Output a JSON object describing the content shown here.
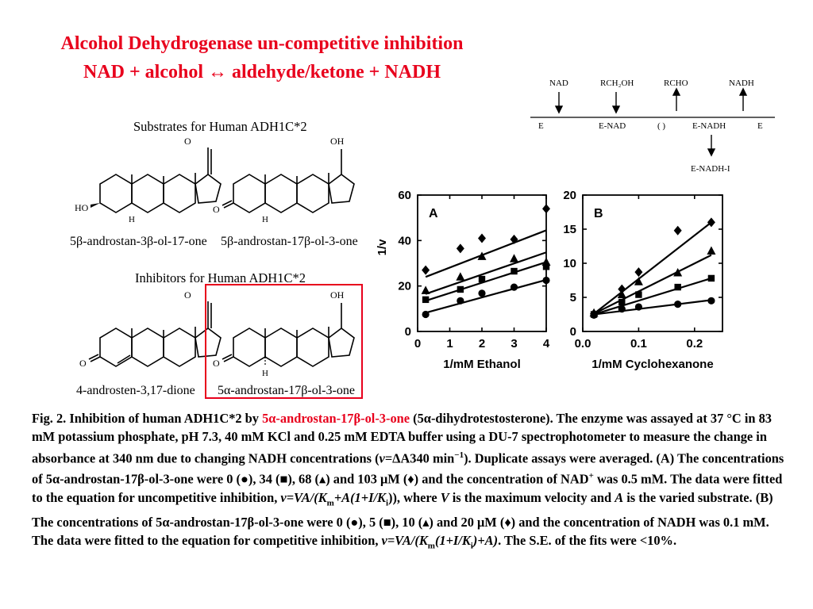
{
  "title_line1": "Alcohol Dehydrogenase un-competitive inhibition",
  "title_line2": "NAD + alcohol ↔ aldehyde/ketone + NADH",
  "substrates_header": "Substrates for Human ADH1C*2",
  "inhibitors_header": "Inhibitors for Human ADH1C*2",
  "compounds": {
    "s1": "5β-androstan-3β-ol-17-one",
    "s2": "5β-androstan-17β-ol-3-one",
    "i1": "4-androsten-3,17-dione",
    "i2": "5α-androstan-17β-ol-3-one"
  },
  "atoms": {
    "O": "O",
    "OH": "OH",
    "HO": "HO",
    "H": "H"
  },
  "scheme": {
    "top": [
      "NAD",
      "RCH₂OH",
      "RCHO",
      "NADH"
    ],
    "line": [
      "E",
      "E-NAD",
      "(  )",
      "E-NADH",
      "E"
    ],
    "bottom": "E-NADH-I"
  },
  "highlight_color": "#e8001c",
  "chart_data": [
    {
      "type": "scatter",
      "panel": "A",
      "xlabel": "1/mM Ethanol",
      "ylabel": "1/v",
      "xlim": [
        0,
        4
      ],
      "ylim": [
        0,
        60
      ],
      "xticks": [
        "0",
        "1",
        "2",
        "3",
        "4"
      ],
      "yticks": [
        "0",
        "20",
        "40",
        "60"
      ],
      "series": [
        {
          "marker": "circle",
          "x": [
            0.25,
            1.33,
            2,
            3,
            4
          ],
          "y": [
            7.5,
            13.5,
            16.8,
            19.5,
            22.5
          ],
          "fit": [
            [
              0.25,
              8.2
            ],
            [
              4,
              22.7
            ]
          ]
        },
        {
          "marker": "square",
          "x": [
            0.25,
            1.33,
            2,
            3,
            4
          ],
          "y": [
            14,
            18.5,
            23,
            26.5,
            28.5
          ],
          "fit": [
            [
              0.25,
              13.5
            ],
            [
              4,
              30.5
            ]
          ]
        },
        {
          "marker": "triangle",
          "x": [
            0.25,
            1.33,
            2,
            3,
            4
          ],
          "y": [
            18,
            24,
            33,
            32,
            30.5
          ],
          "fit": [
            [
              0.25,
              16.5
            ],
            [
              4,
              34.8
            ]
          ]
        },
        {
          "marker": "diamond",
          "x": [
            0.25,
            1.33,
            2,
            3,
            4
          ],
          "y": [
            27,
            36.5,
            41,
            40.5,
            54
          ],
          "fit": [
            [
              0.25,
              24
            ],
            [
              4,
              44.5
            ]
          ]
        }
      ]
    },
    {
      "type": "scatter",
      "panel": "B",
      "xlabel": "1/mM Cyclohexanone",
      "ylabel": "",
      "xlim": [
        0,
        0.25
      ],
      "ylim": [
        0,
        20
      ],
      "xticks": [
        "0.0",
        "0.1",
        "0.2"
      ],
      "yticks": [
        "0",
        "5",
        "10",
        "15",
        "20"
      ],
      "series": [
        {
          "marker": "circle",
          "x": [
            0.02,
            0.07,
            0.1,
            0.17,
            0.23
          ],
          "y": [
            2.4,
            3.3,
            3.6,
            4.0,
            4.5
          ],
          "fit": [
            [
              0.02,
              2.5
            ],
            [
              0.23,
              4.6
            ]
          ]
        },
        {
          "marker": "square",
          "x": [
            0.02,
            0.07,
            0.1,
            0.17,
            0.23
          ],
          "y": [
            2.5,
            4.3,
            5.4,
            6.5,
            7.8
          ],
          "fit": [
            [
              0.02,
              2.5
            ],
            [
              0.23,
              7.8
            ]
          ]
        },
        {
          "marker": "triangle",
          "x": [
            0.02,
            0.07,
            0.1,
            0.17,
            0.23
          ],
          "y": [
            2.7,
            5.4,
            7.3,
            8.6,
            11.8
          ],
          "fit": [
            [
              0.02,
              2.6
            ],
            [
              0.23,
              11.2
            ]
          ]
        },
        {
          "marker": "diamond",
          "x": [
            0.02,
            0.07,
            0.1,
            0.17,
            0.23
          ],
          "y": [
            2.6,
            6.2,
            8.7,
            14.8,
            16.0
          ],
          "fit": [
            [
              0.02,
              2.6
            ],
            [
              0.23,
              16.0
            ]
          ]
        }
      ]
    }
  ],
  "caption": {
    "p1": "Fig. 2. Inhibition of human ADH1C*2 by ",
    "p2": "5α-androstan-17β-ol-3-one",
    "p3": " (5α-dihydrotestosterone). The enzyme was assayed at 37 °C in 83 mM potassium phosphate, pH 7.3, 40 mM KCl and 0.25 mM EDTA buffer using a DU-7 spectrophotometer to measure the change in absorbance at 340 nm due to changing NADH concentrations (",
    "v": "v",
    "p4": "=ΔA340 min",
    "sup1": "−1",
    "p5": "). Duplicate assays were averaged. (A) The concentrations of 5α-androstan-17β-ol-3-one were 0 (●), 34 (■), 68 (▴) and 103 μM (♦) and the concentration of NAD",
    "sup2": "+",
    "p6": " was 0.5 mM. The data were fitted to the equation for uncompetitive inhibition, ",
    "eqA": "v=VA/(K",
    "subm": "m",
    "eqA2": "+A(1+I/K",
    "subi": "i",
    "eqA3": ")), where ",
    "V": "V",
    "p7": " is the maximum velocity and ",
    "A": "A",
    "p8": " is the varied substrate. (B) The concentrations of 5α-androstan-17β-ol-3-one were 0 (●), 5 (■), 10 (▴) and 20 μM (♦) and the concentration of NADH was 0.1 mM. The data were fitted to the equation for competitive inhibition, ",
    "eqB": "v=VA/(K",
    "subm2": "m",
    "eqB2": "(1+I/K",
    "subi2": "i",
    "eqB3": ")+A)",
    "p9": ". The S.E. of the fits were <10%."
  }
}
